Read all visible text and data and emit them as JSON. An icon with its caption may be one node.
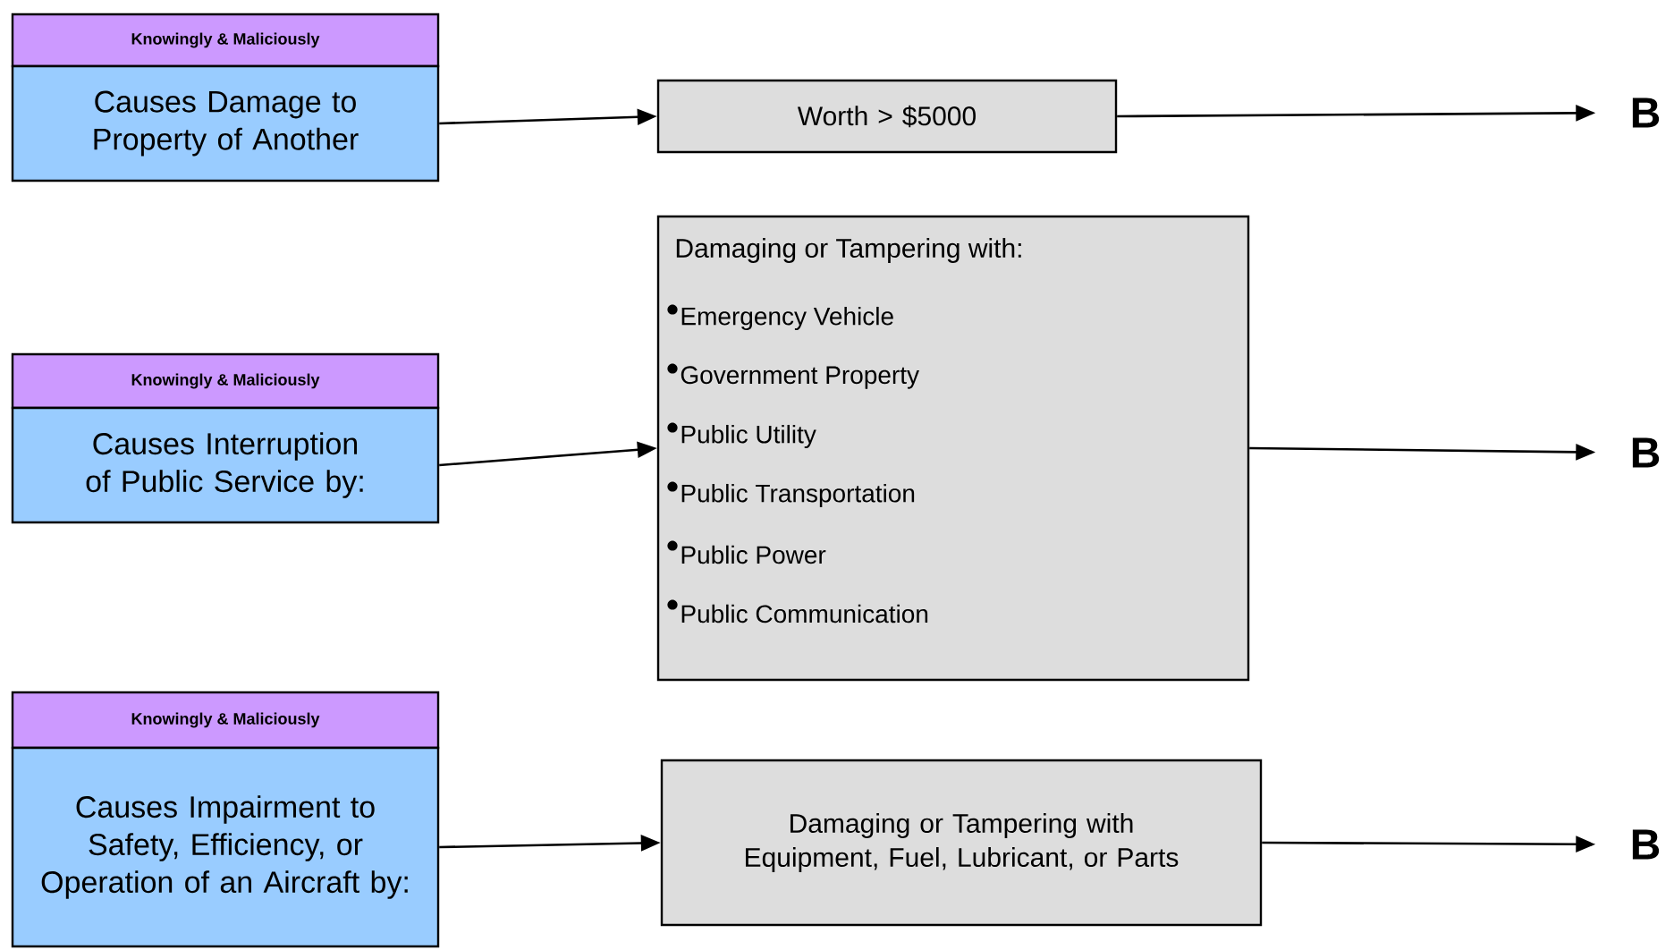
{
  "diagram": {
    "nodes": [
      {
        "text": [
          "Knowingly & Maliciously",
          "Causes Damage to Property of Another"
        ]
      },
      {
        "text": [
          "Worth > $5000"
        ]
      },
      {
        "text": [
          "B"
        ]
      },
      {
        "text": [
          "Knowingly & Maliciously",
          "Causes Interruption of Public Service by:"
        ]
      },
      {
        "text": [
          "Damaging or Tampering with:",
          "Emergency Vehicle",
          "Government Property",
          "Public Utility",
          "Public Transportation",
          "Public Power",
          "Public Communication"
        ]
      },
      {
        "text": [
          "B"
        ]
      },
      {
        "text": [
          "Knowingly & Maliciously",
          "Causes Impairment to Safety, Efficiency, or Operation of an Aircraft by:"
        ]
      },
      {
        "text": [
          "Damaging or Tampering with Equipment, Fuel, Lubricant, or Parts"
        ]
      },
      {
        "text": [
          "B"
        ]
      }
    ],
    "edges": [
      {
        "from": 0,
        "to": 1,
        "arrow": "to"
      },
      {
        "from": 1,
        "to": 2,
        "arrow": "to"
      },
      {
        "from": 3,
        "to": 4,
        "arrow": "to"
      },
      {
        "from": 4,
        "to": 5,
        "arrow": "to"
      },
      {
        "from": 6,
        "to": 7,
        "arrow": "to"
      },
      {
        "from": 7,
        "to": 8,
        "arrow": "to"
      }
    ]
  }
}
